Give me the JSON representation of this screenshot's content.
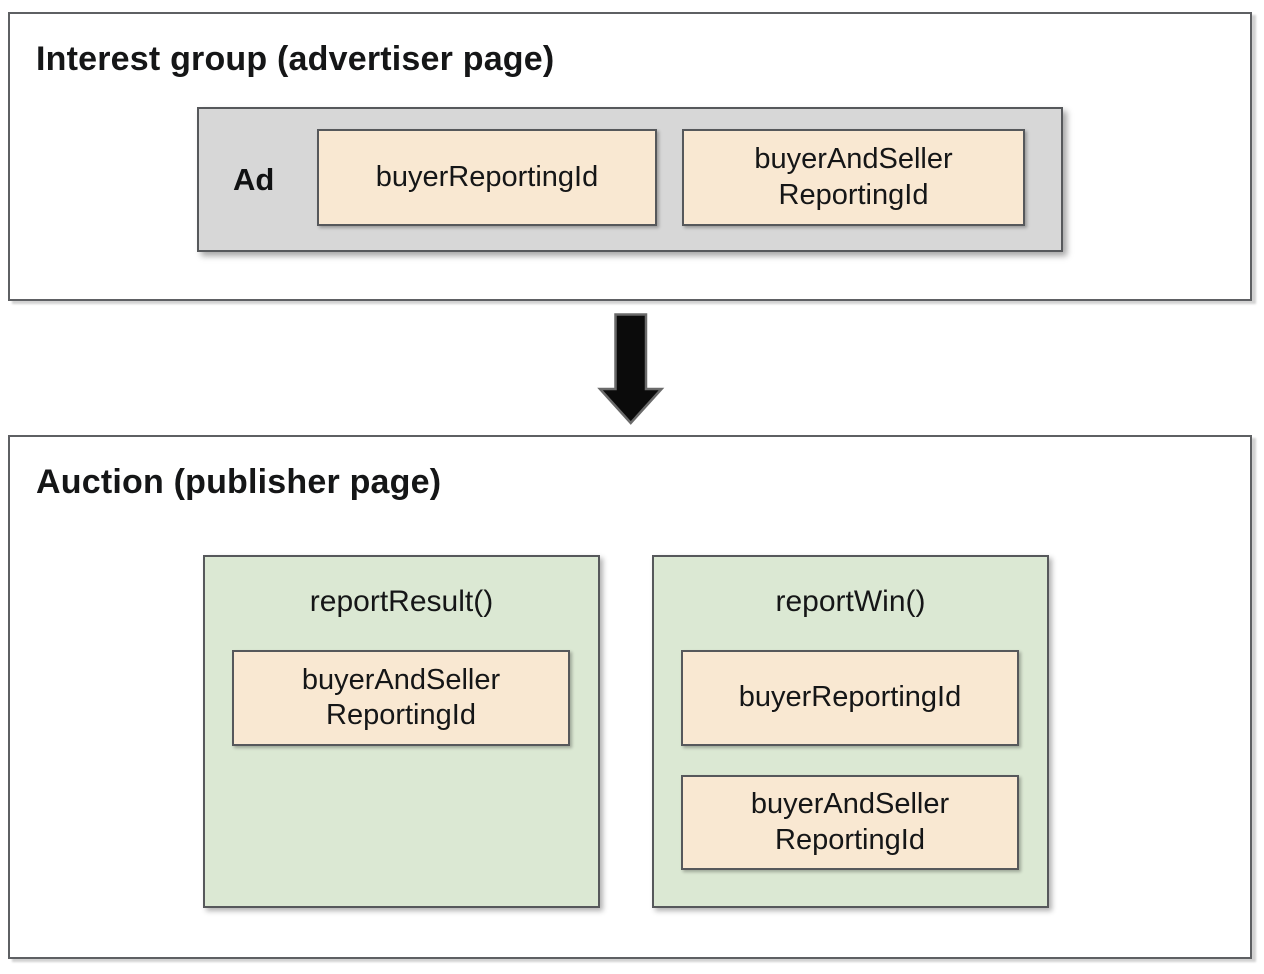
{
  "colors": {
    "panel_border": "#5e6063",
    "gray_fill": "#d7d7d7",
    "peach_fill": "#f9e8d2",
    "green_fill": "#dbe8d3",
    "arrow_fill": "#0b0b0b",
    "arrow_stroke": "#6a6a6a"
  },
  "interest_group": {
    "title": "Interest group (advertiser page)",
    "ad": {
      "label": "Ad",
      "fields": [
        "buyerReportingId",
        "buyerAndSeller\nReportingId"
      ]
    }
  },
  "arrow": {
    "icon": "down-arrow-icon"
  },
  "auction": {
    "title": "Auction (publisher page)",
    "functions": [
      {
        "name": "reportResult()",
        "fields": [
          "buyerAndSeller\nReportingId"
        ]
      },
      {
        "name": "reportWin()",
        "fields": [
          "buyerReportingId",
          "buyerAndSeller\nReportingId"
        ]
      }
    ]
  }
}
